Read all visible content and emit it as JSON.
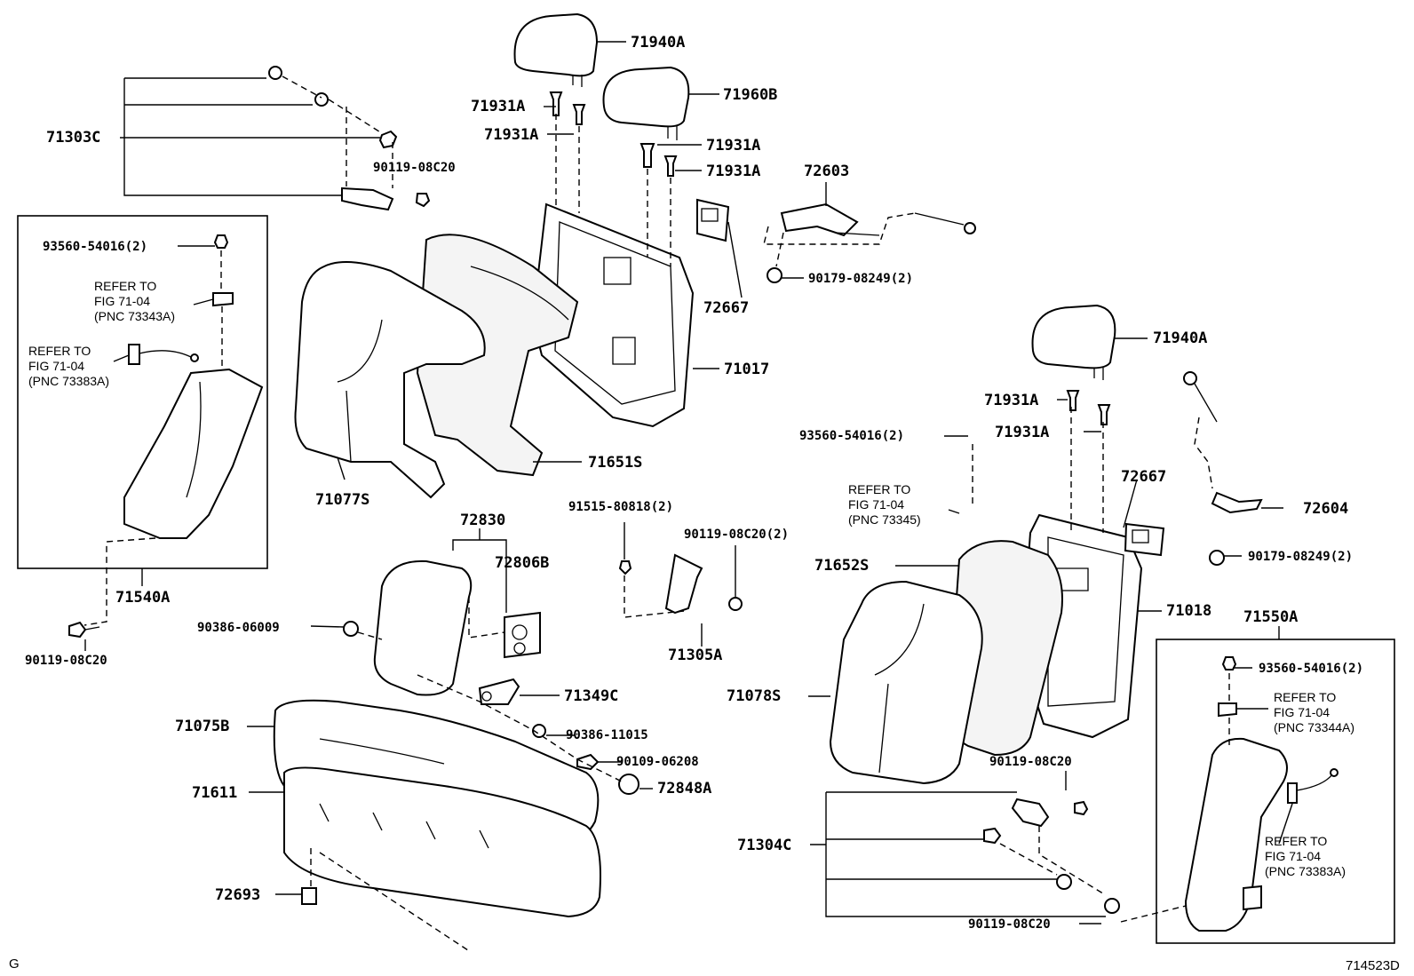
{
  "corner_left": "G",
  "corner_right": "714523D",
  "labels": {
    "l71940A_top": "71940A",
    "l71960B": "71960B",
    "l71931A_1": "71931A",
    "l71931A_2": "71931A",
    "l71931A_3": "71931A",
    "l71931A_4": "71931A",
    "l71303C": "71303C",
    "l90119_08C20_a": "90119-08C20",
    "l72603": "72603",
    "l90179_08249_a": "90179-08249(2)",
    "l72667_a": "72667",
    "l71017": "71017",
    "l93560_a": "93560-54016(2)",
    "l71651S": "71651S",
    "l71077S": "71077S",
    "l71540A": "71540A",
    "l90119_08C20_b": "90119-08C20",
    "l72830": "72830",
    "l72806B": "72806B",
    "l90386_06009": "90386-06009",
    "l71349C": "71349C",
    "l90386_11015": "90386-11015",
    "l90109_06208": "90109-06208",
    "l72848A": "72848A",
    "l71075B": "71075B",
    "l71611": "71611",
    "l72693": "72693",
    "l91515_80818": "91515-80818(2)",
    "l90119_08C20_c": "90119-08C20(2)",
    "l71305A": "71305A",
    "l71940A_right": "71940A",
    "l71931A_5": "71931A",
    "l71931A_6": "71931A",
    "l93560_b": "93560-54016(2)",
    "l72667_b": "72667",
    "l72604": "72604",
    "l90179_08249_b": "90179-08249(2)",
    "l71652S": "71652S",
    "l71018": "71018",
    "l71078S": "71078S",
    "l71550A": "71550A",
    "l93560_c": "93560-54016(2)",
    "l90119_08C20_d": "90119-08C20",
    "l71304C": "71304C",
    "l90119_08C20_e": "90119-08C20"
  },
  "refs": {
    "r1": [
      "REFER TO",
      "FIG 71-04",
      "(PNC 73343A)"
    ],
    "r2": [
      "REFER TO",
      "FIG 71-04",
      "(PNC 73383A)"
    ],
    "r3": [
      "REFER TO",
      "FIG 71-04",
      "(PNC 73345)"
    ],
    "r4": [
      "REFER TO",
      "FIG 71-04",
      "(PNC 73344A)"
    ],
    "r5": [
      "REFER TO",
      "FIG 71-04",
      "(PNC 73383A)"
    ]
  }
}
